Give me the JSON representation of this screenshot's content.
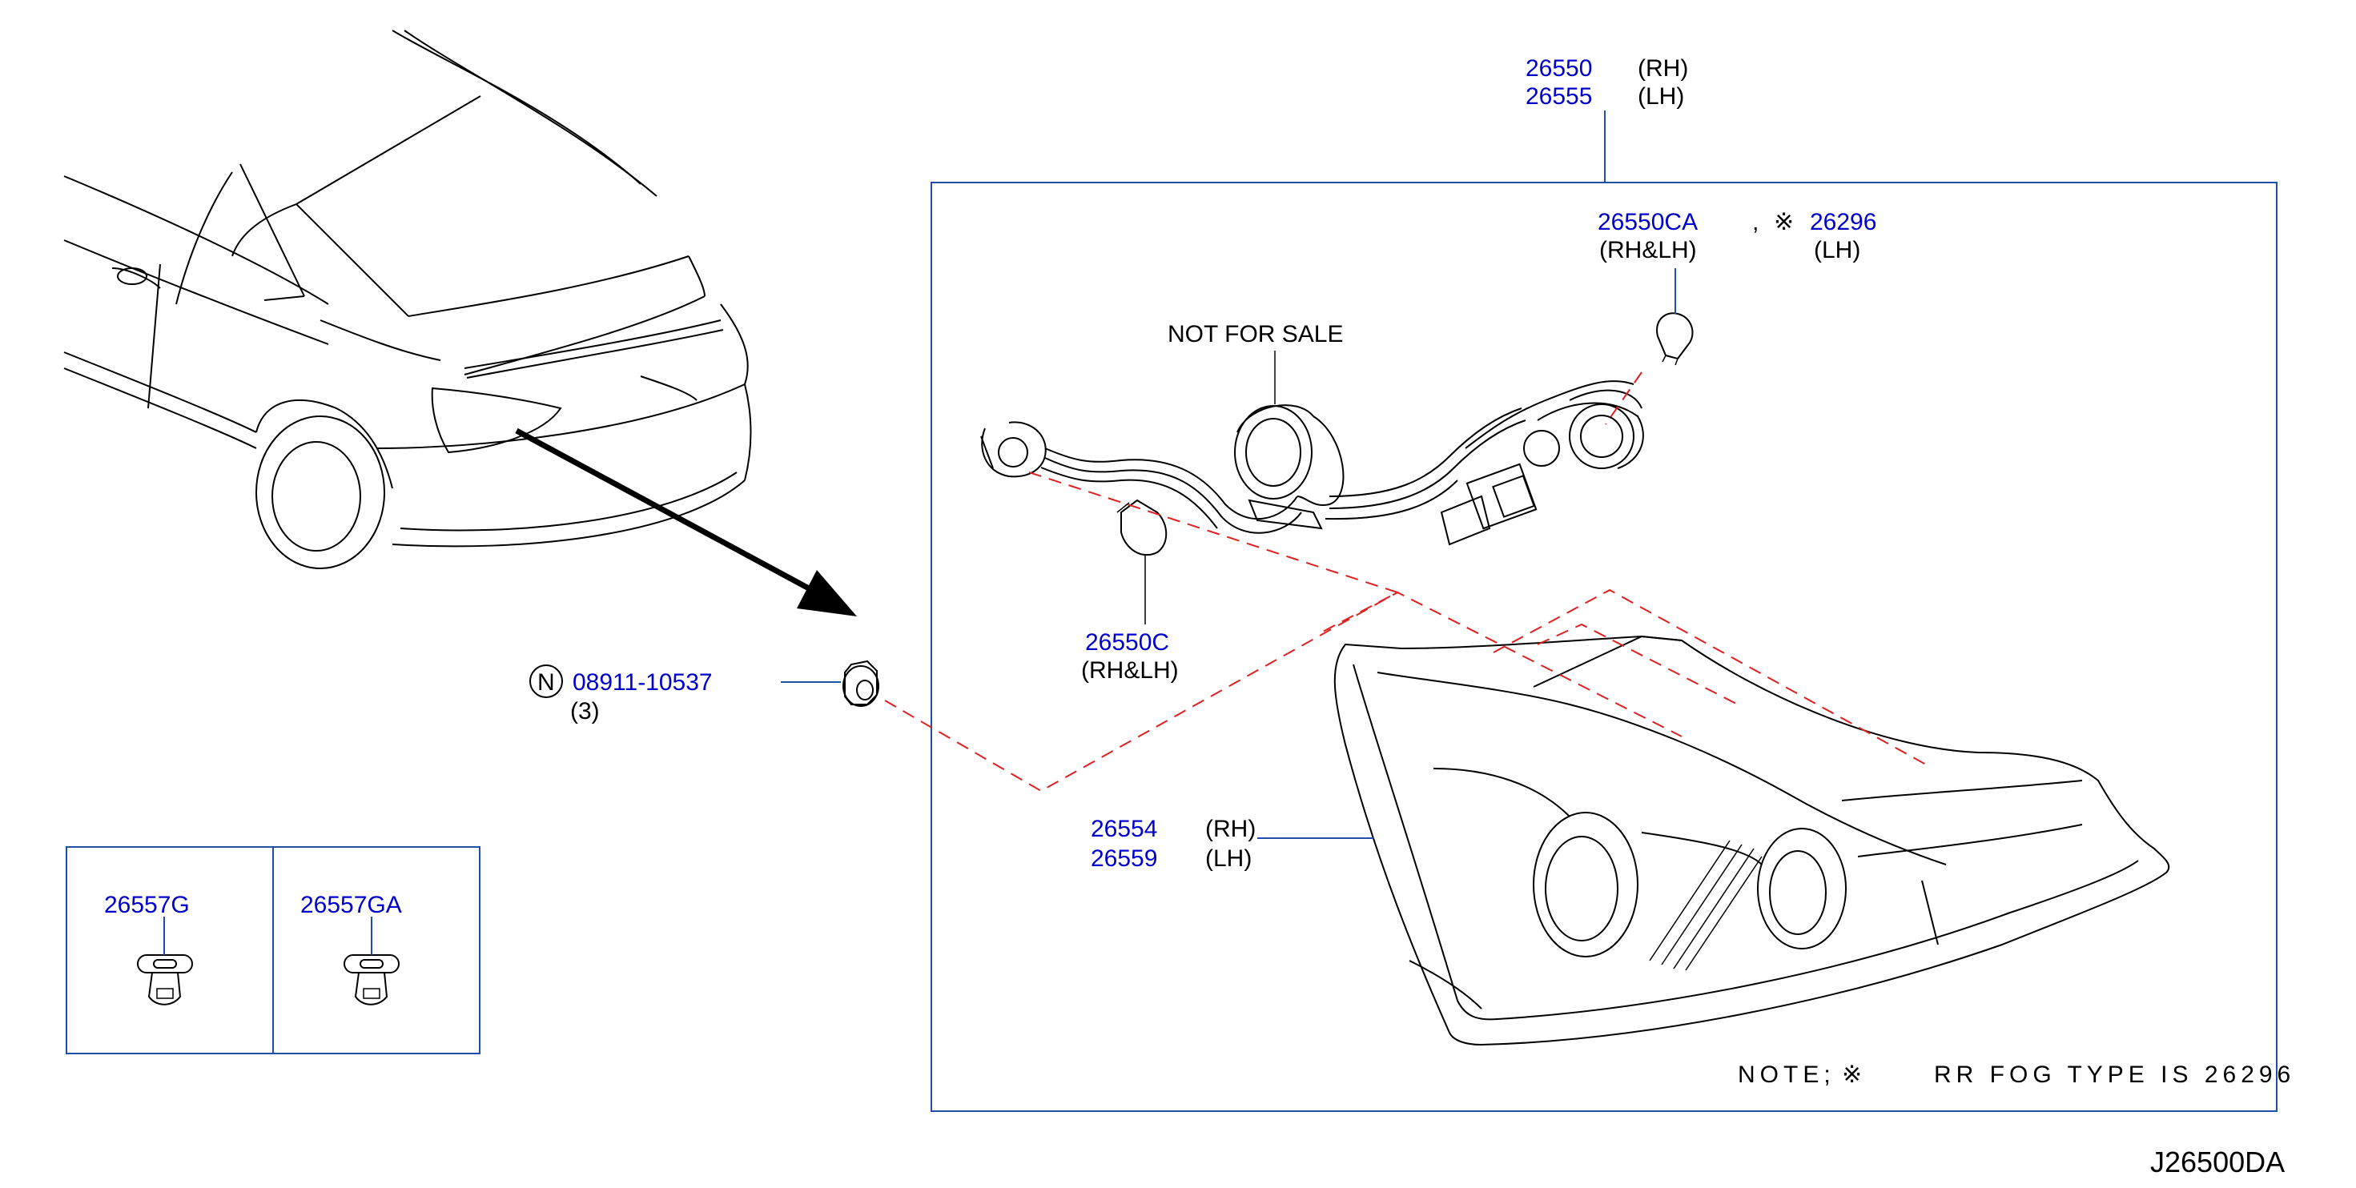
{
  "assembly": {
    "rh_part": "26550",
    "rh_side": "(RH)",
    "lh_part": "26555",
    "lh_side": "(LH)"
  },
  "harness": {
    "label": "NOT  FOR  SALE"
  },
  "bulb_upper": {
    "part": "26550CA",
    "side": "(RH&LH)",
    "comma": ",",
    "alt_part": "26296",
    "alt_side": "(LH)"
  },
  "bulb_lower": {
    "part": "26550C",
    "side": "(RH&LH)"
  },
  "nut": {
    "symbol": "N",
    "part": "08911-10537",
    "qty": "(3)"
  },
  "lamp_body": {
    "rh_part": "26554",
    "rh_side": "(RH)",
    "lh_part": "26559",
    "lh_side": "(LH)"
  },
  "clips": [
    {
      "part": "26557G"
    },
    {
      "part": "26557GA"
    }
  ],
  "note": {
    "prefix": "NOTE;",
    "text": "RR  FOG  TYPE  IS  26296"
  },
  "diagram_code": "J26500DA",
  "icons": {
    "mark": "asterisk-mark-icon"
  },
  "colors": {
    "part_number": "#0000cc",
    "leader": "#1f4fa8",
    "dashed": "#e02020"
  }
}
